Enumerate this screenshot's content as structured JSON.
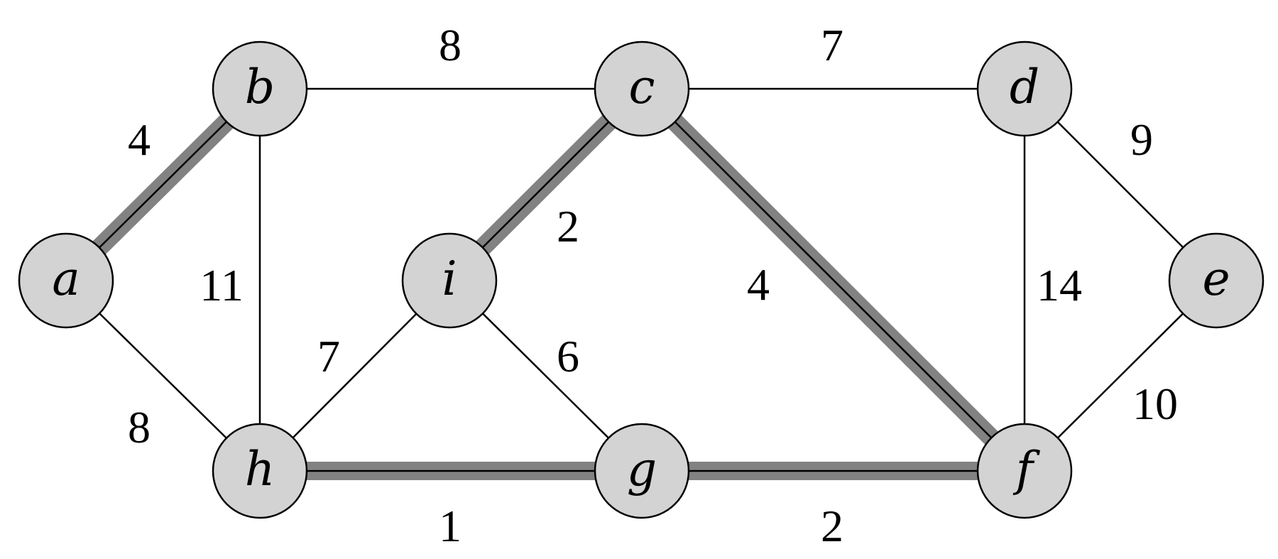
{
  "title": "Weighted undirected graph with highlighted edges",
  "colors": {
    "node_fill": "#d3d3d3",
    "edge": "#000000",
    "highlight": "#828282",
    "background": "#ffffff"
  },
  "nodes": [
    {
      "id": "a",
      "label": "a"
    },
    {
      "id": "b",
      "label": "b"
    },
    {
      "id": "c",
      "label": "c"
    },
    {
      "id": "d",
      "label": "d"
    },
    {
      "id": "e",
      "label": "e"
    },
    {
      "id": "f",
      "label": "f"
    },
    {
      "id": "g",
      "label": "g"
    },
    {
      "id": "h",
      "label": "h"
    },
    {
      "id": "i",
      "label": "i"
    }
  ],
  "edges": [
    {
      "from": "a",
      "to": "b",
      "weight": "4",
      "highlighted": true
    },
    {
      "from": "a",
      "to": "h",
      "weight": "8",
      "highlighted": false
    },
    {
      "from": "b",
      "to": "c",
      "weight": "8",
      "highlighted": false
    },
    {
      "from": "b",
      "to": "h",
      "weight": "11",
      "highlighted": false
    },
    {
      "from": "c",
      "to": "d",
      "weight": "7",
      "highlighted": false
    },
    {
      "from": "c",
      "to": "i",
      "weight": "2",
      "highlighted": true
    },
    {
      "from": "c",
      "to": "f",
      "weight": "4",
      "highlighted": true
    },
    {
      "from": "d",
      "to": "e",
      "weight": "9",
      "highlighted": false
    },
    {
      "from": "d",
      "to": "f",
      "weight": "14",
      "highlighted": false
    },
    {
      "from": "e",
      "to": "f",
      "weight": "10",
      "highlighted": false
    },
    {
      "from": "f",
      "to": "g",
      "weight": "2",
      "highlighted": true
    },
    {
      "from": "g",
      "to": "h",
      "weight": "1",
      "highlighted": true
    },
    {
      "from": "g",
      "to": "i",
      "weight": "6",
      "highlighted": false
    },
    {
      "from": "h",
      "to": "i",
      "weight": "7",
      "highlighted": false
    }
  ]
}
